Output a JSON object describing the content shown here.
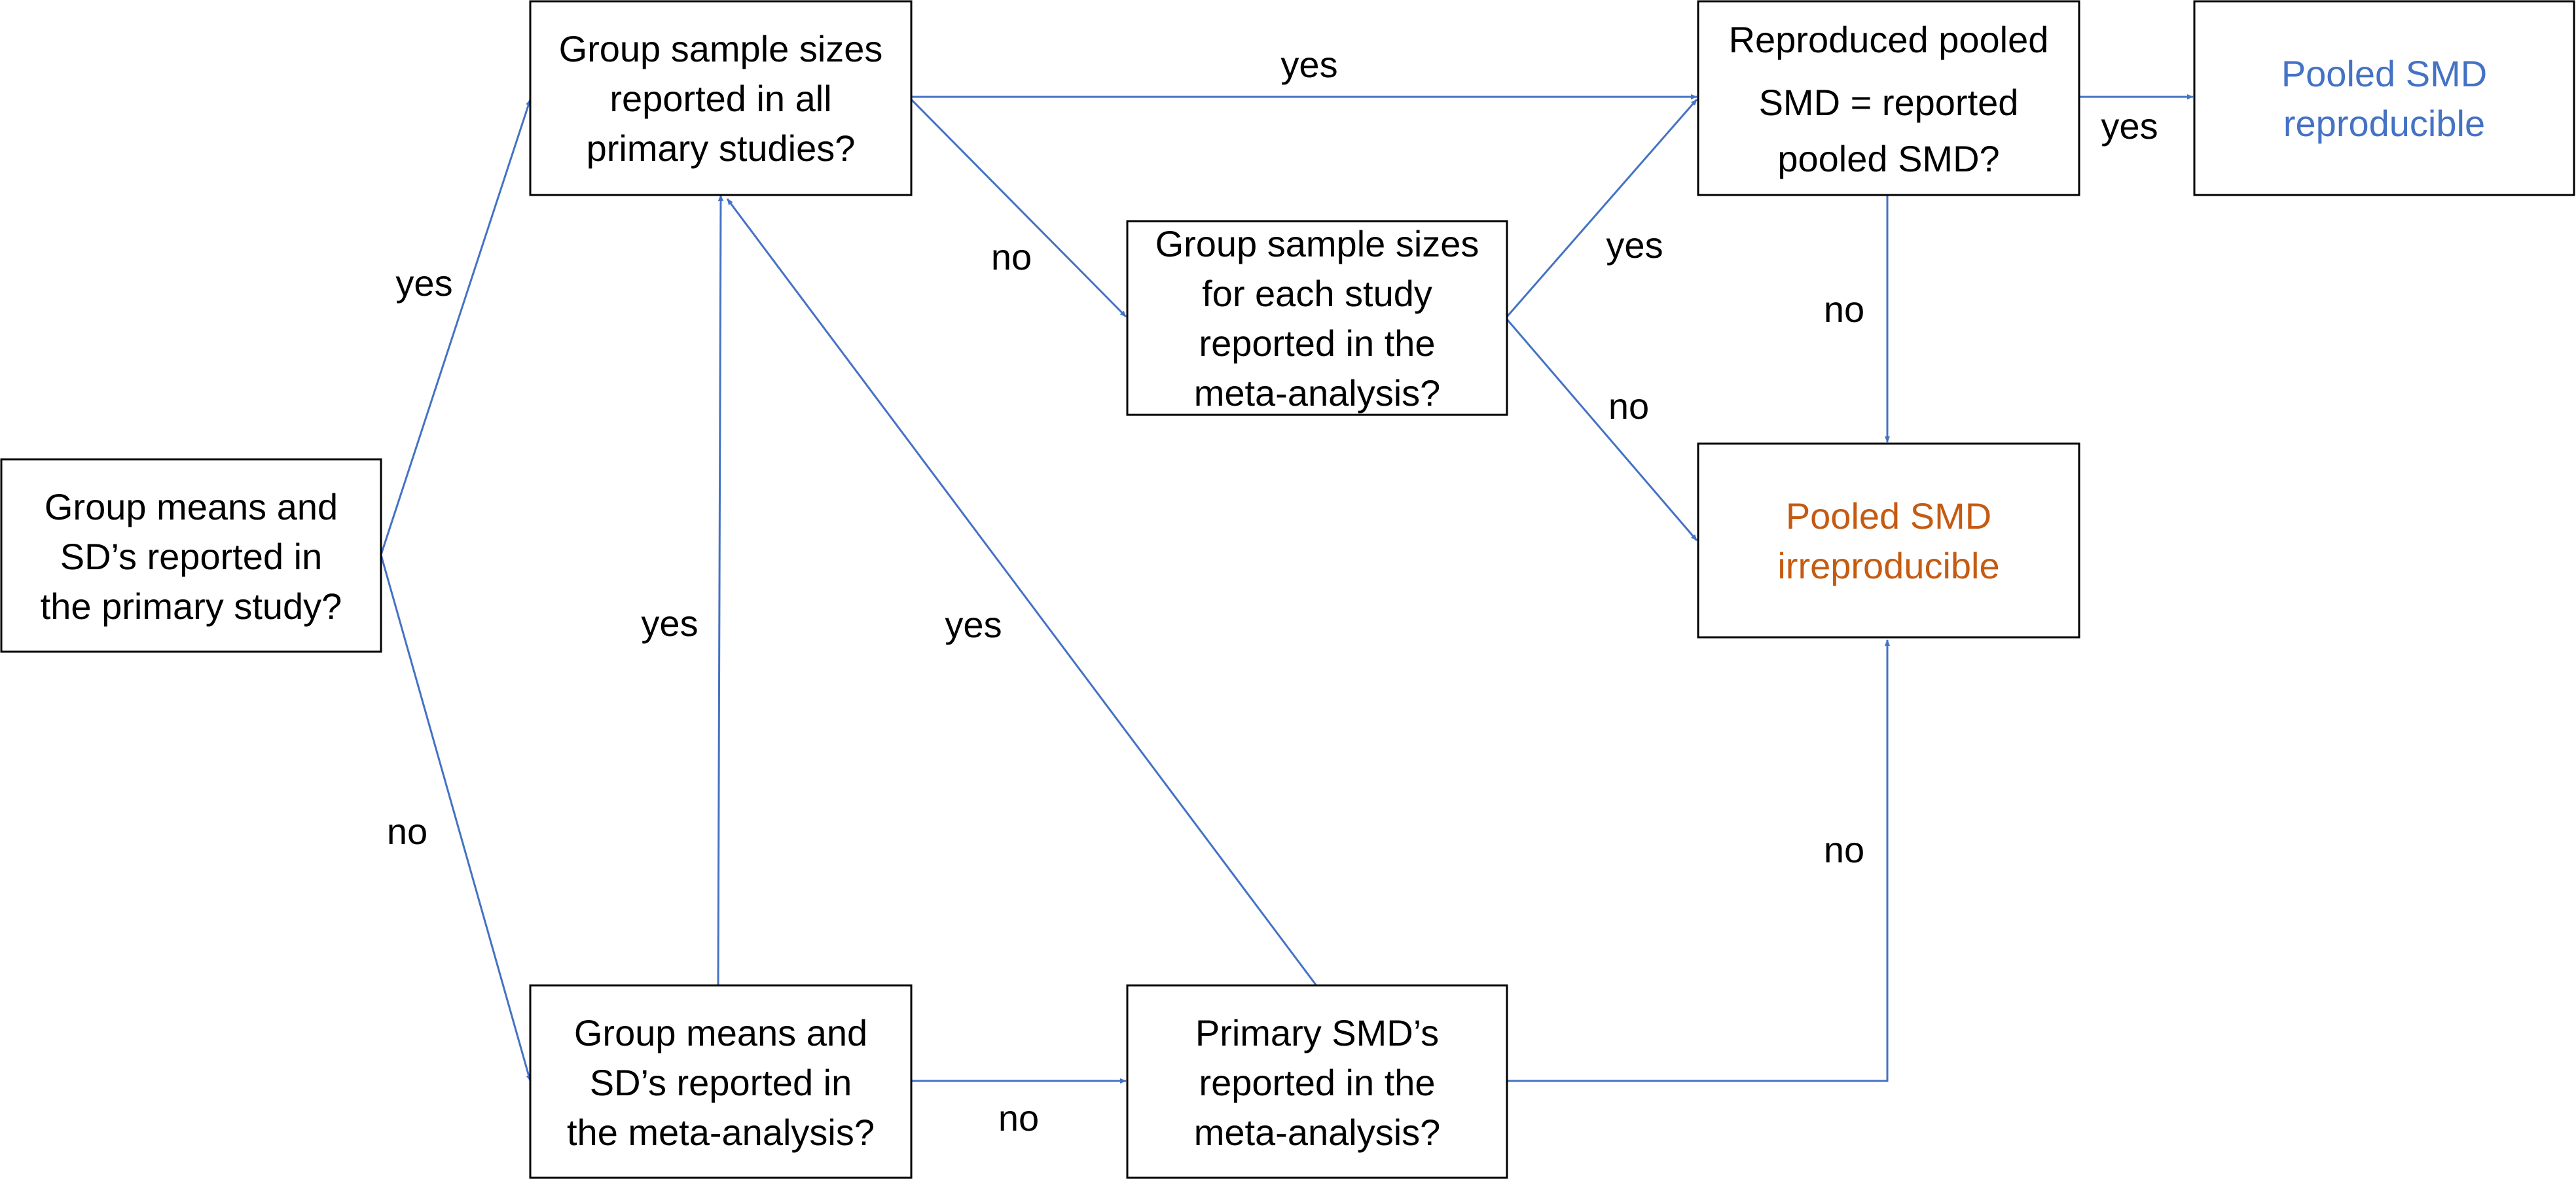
{
  "colors": {
    "edge": "#4472C4",
    "outcome_reproducible": "#4472C4",
    "outcome_irreproducible": "#C55A11"
  },
  "nodes": {
    "q_primary_means": {
      "lines": [
        "Group means and",
        "SD’s reported in",
        "the primary study?"
      ]
    },
    "q_sizes_primary": {
      "lines": [
        "Group sample sizes",
        "reported in all",
        "primary studies?"
      ]
    },
    "q_sizes_meta": {
      "lines": [
        "Group sample sizes",
        "for each study",
        "reported in the",
        "meta-analysis?"
      ]
    },
    "q_reproduced": {
      "lines": [
        "Reproduced pooled",
        "SMD = reported",
        "pooled SMD?"
      ]
    },
    "out_reproducible": {
      "lines": [
        "Pooled SMD",
        "reproducible"
      ]
    },
    "out_irreproducible": {
      "lines": [
        "Pooled SMD",
        "irreproducible"
      ]
    },
    "q_meta_means": {
      "lines": [
        "Group means and",
        "SD’s reported in",
        "the meta-analysis?"
      ]
    },
    "q_primary_smd": {
      "lines": [
        "Primary SMD’s",
        "reported in the",
        "meta-analysis?"
      ]
    }
  },
  "edges": [
    {
      "from": "q_primary_means",
      "to": "q_sizes_primary",
      "label": "yes"
    },
    {
      "from": "q_primary_means",
      "to": "q_meta_means",
      "label": "no"
    },
    {
      "from": "q_sizes_primary",
      "to": "q_reproduced",
      "label": "yes"
    },
    {
      "from": "q_sizes_primary",
      "to": "q_sizes_meta",
      "label": "no"
    },
    {
      "from": "q_sizes_meta",
      "to": "q_reproduced",
      "label": "yes"
    },
    {
      "from": "q_sizes_meta",
      "to": "out_irreproducible",
      "label": "no"
    },
    {
      "from": "q_reproduced",
      "to": "out_reproducible",
      "label": "yes"
    },
    {
      "from": "q_reproduced",
      "to": "out_irreproducible",
      "label": "no"
    },
    {
      "from": "q_meta_means",
      "to": "q_sizes_primary",
      "label": "yes"
    },
    {
      "from": "q_meta_means",
      "to": "q_primary_smd",
      "label": "no"
    },
    {
      "from": "q_primary_smd",
      "to": "q_sizes_primary",
      "label": "yes"
    },
    {
      "from": "q_primary_smd",
      "to": "out_irreproducible",
      "label": "no"
    }
  ]
}
